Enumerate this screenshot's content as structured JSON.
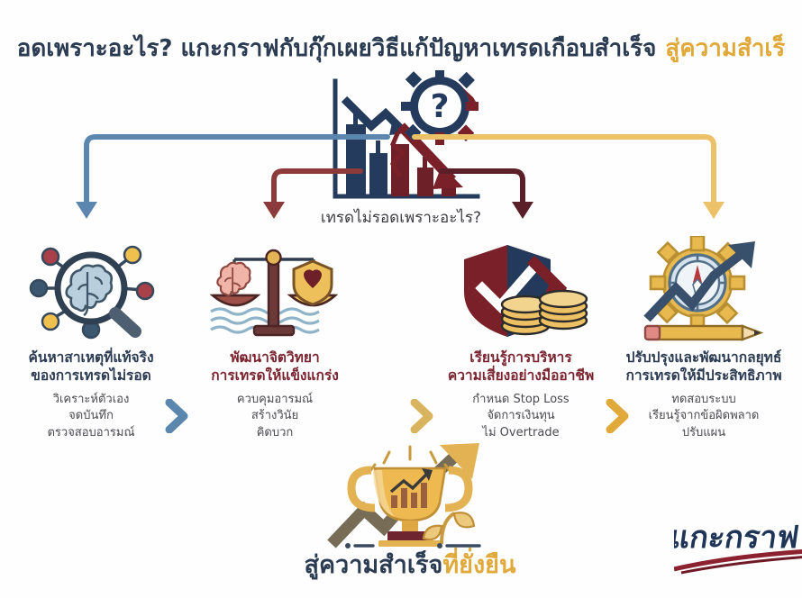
{
  "header": {
    "title_main": "อดเพราะอะไร? แกะกราฟกับกุ๊กเผยวิธีแก้ปัญหาเทรดเกือบสำเร็จ",
    "title_accent": "สู่ความสำเร็",
    "title_color": "#2b3b52",
    "accent_color": "#e0a93a"
  },
  "center": {
    "caption": "เทรดไม่รอดเพราะอะไร?",
    "icon": "declining-bar-chart-with-question-gear-icon",
    "caption_color": "#3c3c42"
  },
  "connectors": [
    {
      "name": "connector-to-column-1",
      "color": "#5b86ad"
    },
    {
      "name": "connector-to-column-2",
      "color": "#8c3a3a"
    },
    {
      "name": "connector-to-column-3",
      "color": "#5a1f28"
    },
    {
      "name": "connector-to-column-4",
      "color": "#ecc268"
    }
  ],
  "columns": [
    {
      "index": 1,
      "icon": "magnifier-brain-network-icon",
      "title_line1": "ค้นหาสาเหตุที่แท้จริง",
      "title_line2": "ของการเทรดไม่รอด",
      "title_color": "#2b3b52",
      "bullets": [
        "วิเคราะห์ตัวเอง",
        "จดบันทึก",
        "ตรวจสอบอารมณ์"
      ]
    },
    {
      "index": 2,
      "icon": "balance-scale-brain-heart-icon",
      "title_line1": "พัฒนาจิตวิทยา",
      "title_line2": "การเทรดให้แข็งแกร่ง",
      "title_color": "#7a2430",
      "bullets": [
        "ควบคุมอารมณ์",
        "สร้างวินัย",
        "คิดบวก"
      ]
    },
    {
      "index": 3,
      "icon": "shield-check-coins-downarrow-icon",
      "title_line1": "เรียนรู้การบริหาร",
      "title_line2": "ความเสี่ยงอย่างมืออาชีพ",
      "title_color": "#7a2430",
      "bullets": [
        "กำหนด Stop Loss",
        "จัดการเงินทุน",
        "ไม่ Overtrade"
      ]
    },
    {
      "index": 4,
      "icon": "gear-compass-uparrow-pencil-icon",
      "title_line1": "ปรับปรุงและพัฒนากลยุทธ์",
      "title_line2": "การเทรดให้มีประสิทธิภาพ",
      "title_color": "#2b3b52",
      "bullets": [
        "ทดสอบระบบ",
        "เรียนรู้จากข้อผิดพลาด",
        "ปรับแผน"
      ]
    }
  ],
  "chevrons": [
    {
      "name": "chevron-1-2",
      "color": "#5b86ad"
    },
    {
      "name": "chevron-2-3",
      "color": "#d8b45e"
    },
    {
      "name": "chevron-3-4",
      "color": "#e0a93a"
    }
  ],
  "footer": {
    "icon": "trophy-growth-chart-sprout-icon",
    "caption_main": "สู่ความสำเร็จ",
    "caption_accent": "ที่ยั่งยืน",
    "caption_color": "#2b3b52",
    "accent_color": "#d9a93c",
    "logo_text": "แกะกราฟ",
    "logo_color": "#1f3557",
    "logo_swoosh_color": "#8c2230"
  }
}
